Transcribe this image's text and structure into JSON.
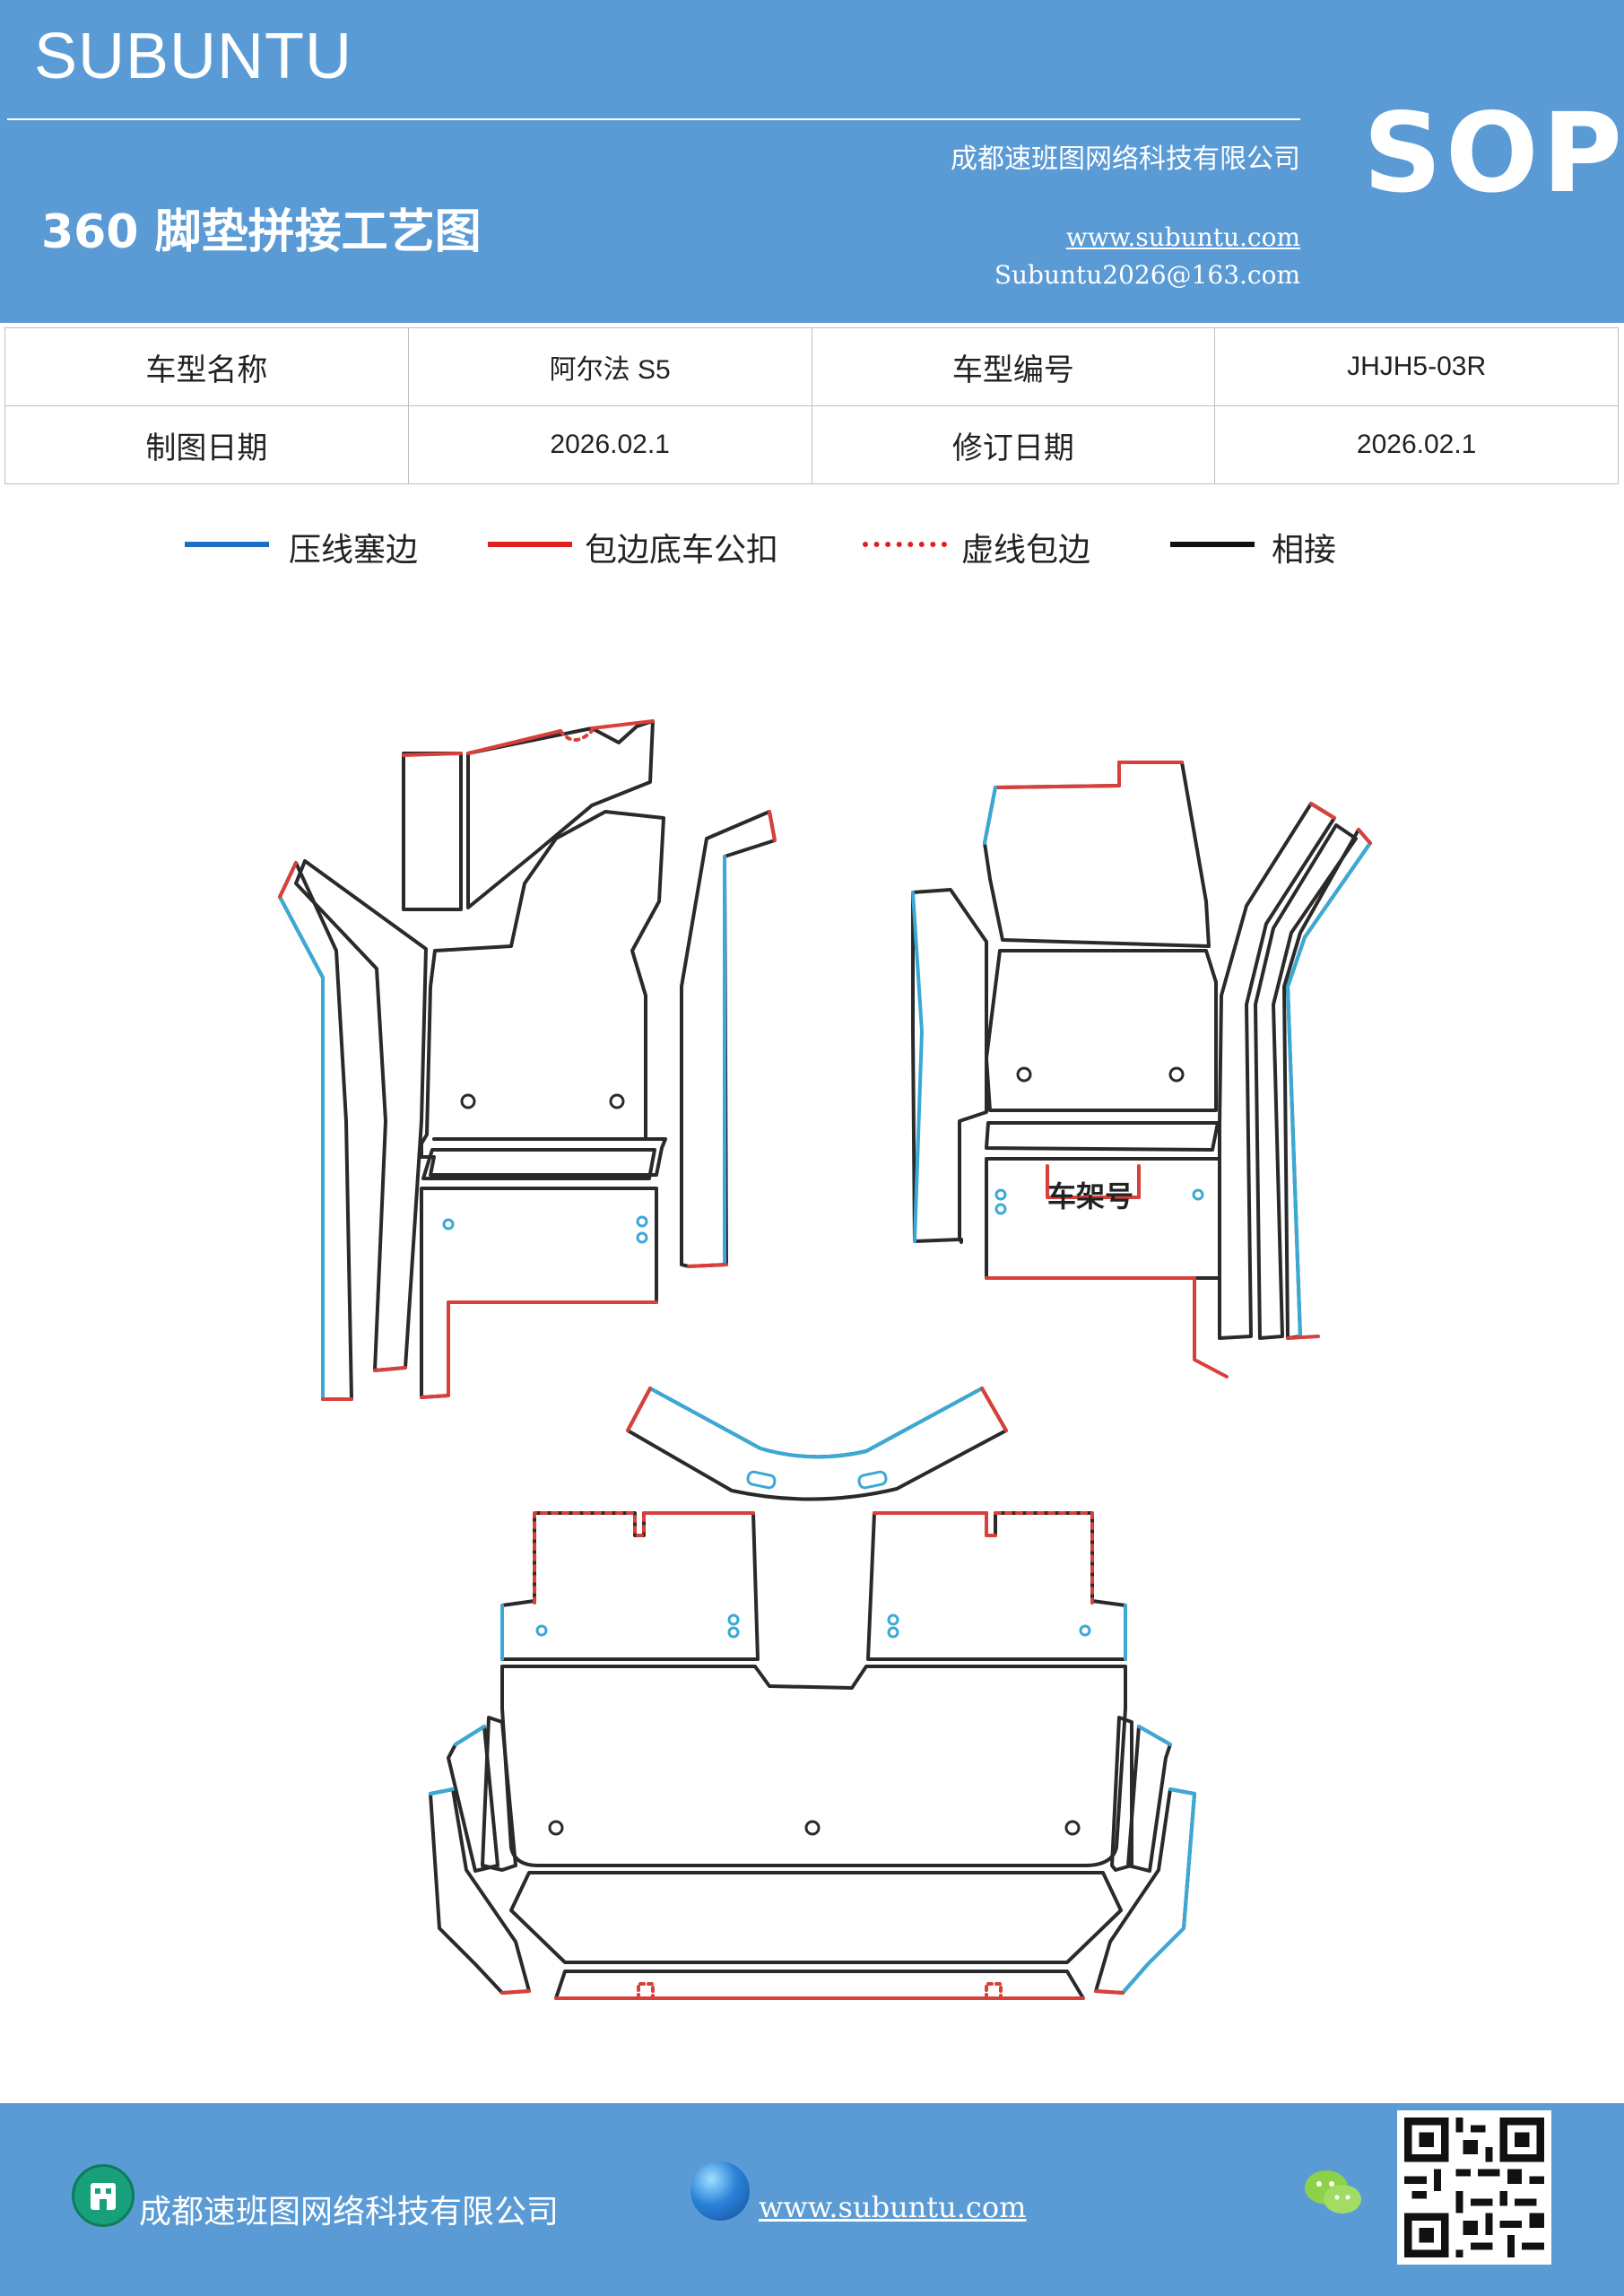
{
  "header": {
    "brand": "SUBUNTU",
    "company": "成都速班图网络科技有限公司",
    "website": "www.subuntu.com",
    "email": "Subuntu2026@163.com",
    "title": "360 脚垫拼接工艺图",
    "sop": "SOP",
    "background_color": "#5b9bd5"
  },
  "info_table": {
    "model_name_label": "车型名称",
    "model_name": "阿尔法 S5",
    "model_code_label": "车型编号",
    "model_code": "JHJH5-03R",
    "draw_date_label": "制图日期",
    "draw_date": "2026.02.1",
    "revision_date_label": "修订日期",
    "revision_date": "2026.02.1"
  },
  "legend": [
    {
      "label": "压线塞边",
      "color": "#1a6fc4",
      "style": "solid"
    },
    {
      "label": "包边底车公扣",
      "color": "#e02020",
      "style": "solid"
    },
    {
      "label": "虚线包边",
      "color": "#e02020",
      "style": "dotted"
    },
    {
      "label": "相接",
      "color": "#111111",
      "style": "solid"
    }
  ],
  "drawing": {
    "vin_label": "车架号",
    "colors": {
      "outline": "#2a2a2a",
      "press": "#3aa9d6",
      "wrap": "#d9403a"
    }
  },
  "footer": {
    "company": "成都速班图网络科技有限公司",
    "website": "www.subuntu.com",
    "icons": [
      "building-icon",
      "globe-icon",
      "wechat-icon",
      "qr-code"
    ]
  }
}
